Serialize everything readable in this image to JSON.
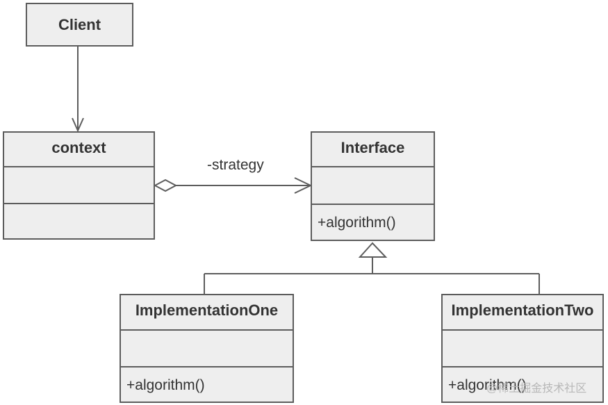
{
  "diagram": {
    "classes": {
      "client": {
        "name": "Client"
      },
      "context": {
        "name": "context",
        "attributes": "",
        "methods": ""
      },
      "interface": {
        "name": "Interface",
        "attributes": "",
        "methods": "+algorithm()"
      },
      "impl_one": {
        "name": "ImplementationOne",
        "attributes": "",
        "methods": "+algorithm()"
      },
      "impl_two": {
        "name": "ImplementationTwo",
        "attributes": "",
        "methods": "+algorithm()"
      }
    },
    "relations": {
      "strategy_label": "-strategy"
    }
  },
  "watermark": "@稀土掘金技术社区",
  "colors": {
    "box_fill": "#eeeeee",
    "line": "#5c5c5c",
    "text": "#333333"
  }
}
